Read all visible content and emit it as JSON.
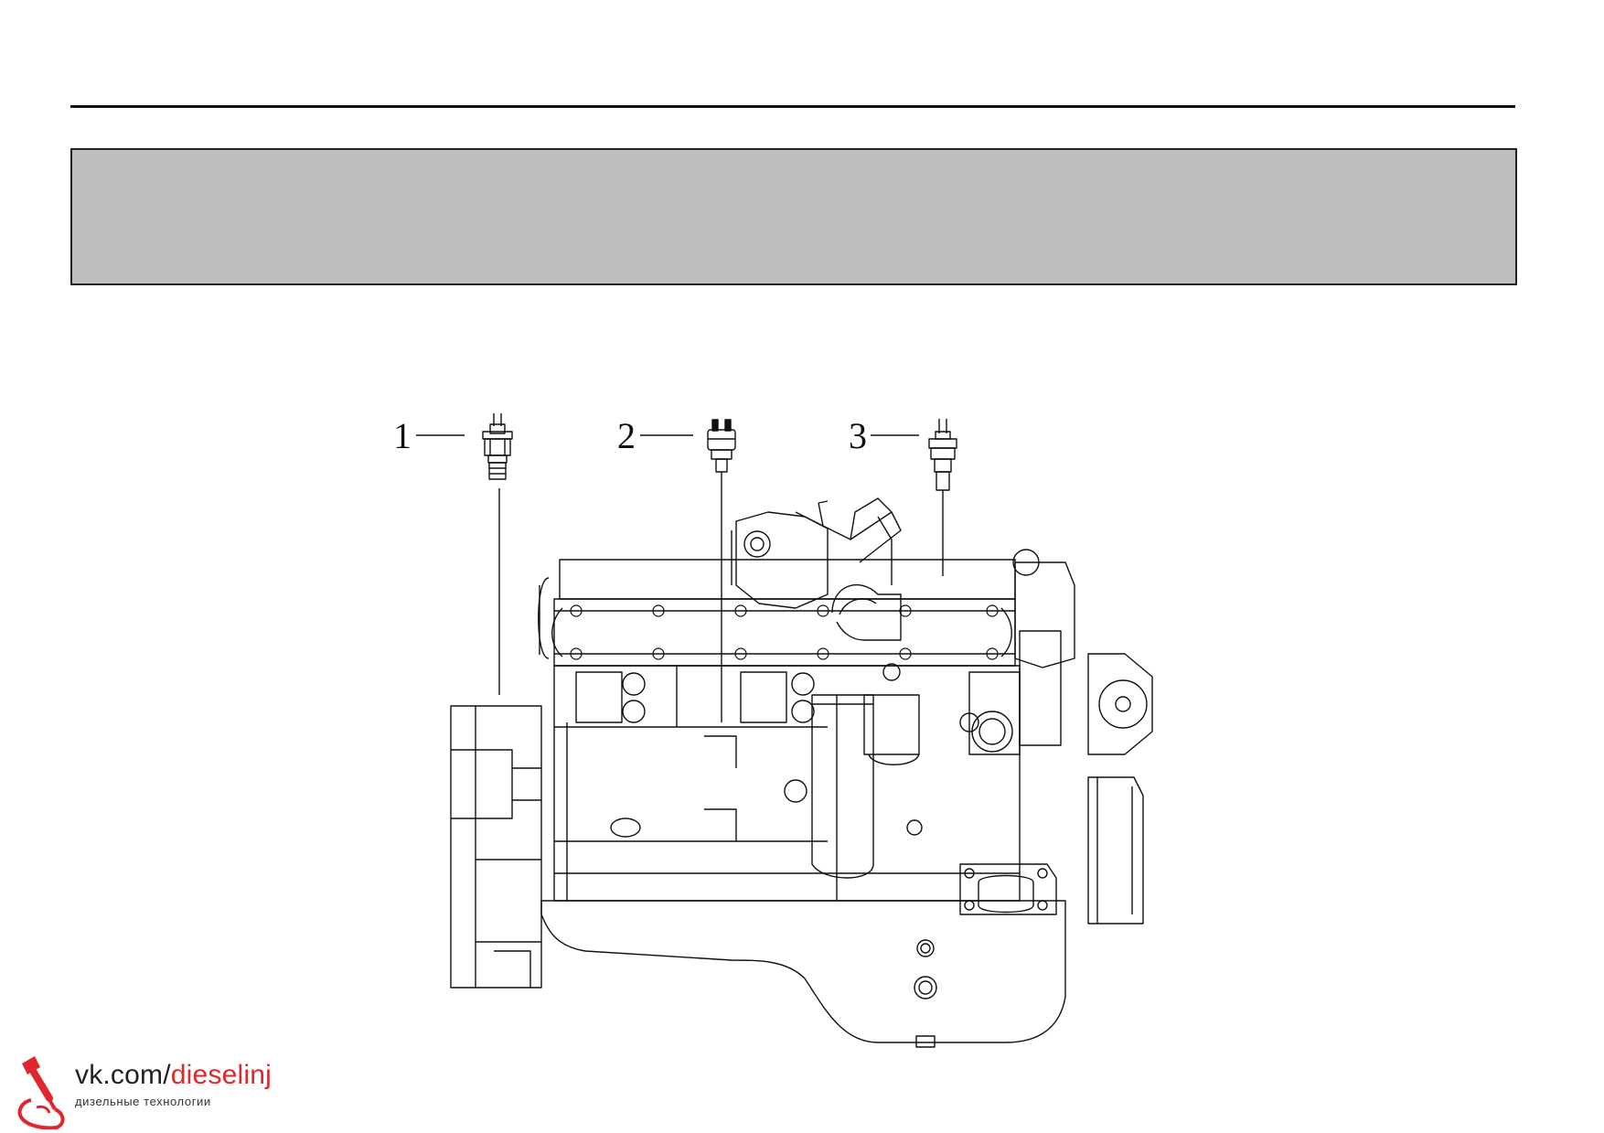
{
  "callouts": [
    {
      "number": "1",
      "part": "sensor"
    },
    {
      "number": "2",
      "part": "pressure-switch"
    },
    {
      "number": "3",
      "part": "temperature-sensor"
    }
  ],
  "watermark": {
    "url_prefix": "vk.com/",
    "url_accent": "dieselinj",
    "subtitle": "дизельные технологии",
    "accent_color": "#e0282c",
    "icon": "injector-logo-icon"
  },
  "colors": {
    "header_band": "#bebebe",
    "line": "#111111"
  }
}
